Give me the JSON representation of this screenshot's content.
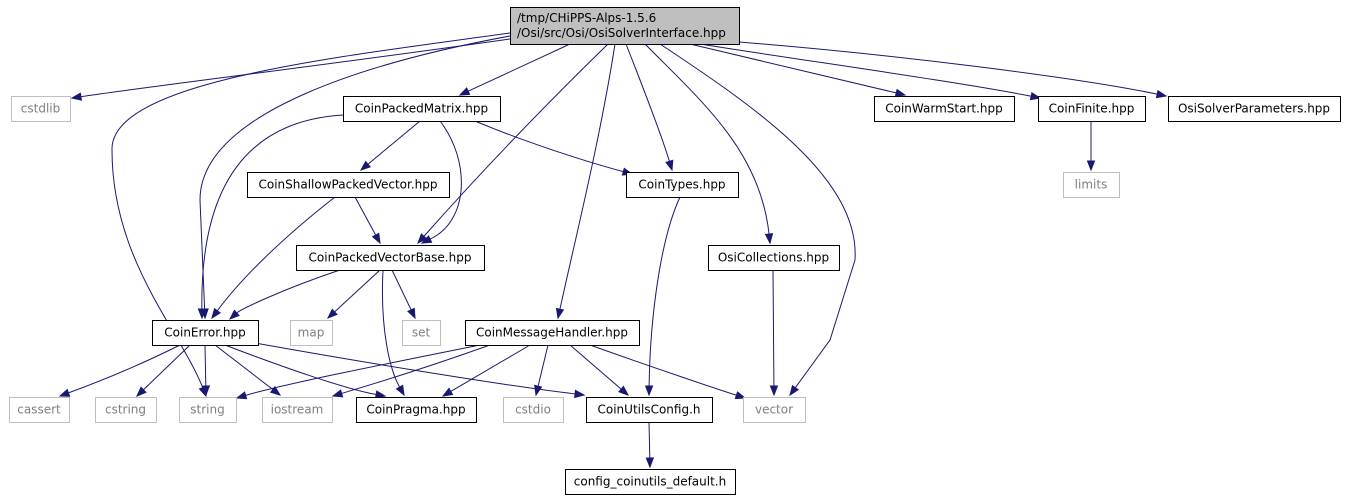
{
  "graph": {
    "nodes": [
      {
        "id": "root",
        "lines": [
          "/tmp/CHiPPS-Alps-1.5.6",
          "/Osi/src/Osi/OsiSolverInterface.hpp"
        ],
        "style": "root"
      },
      {
        "id": "cstdlib",
        "lines": [
          "cstdlib"
        ],
        "style": "external"
      },
      {
        "id": "string",
        "lines": [
          "string"
        ],
        "style": "external"
      },
      {
        "id": "coinerror",
        "lines": [
          "CoinError.hpp"
        ],
        "style": "file"
      },
      {
        "id": "coinpackedmatrix",
        "lines": [
          "CoinPackedMatrix.hpp"
        ],
        "style": "file"
      },
      {
        "id": "coinpackedvectorbase",
        "lines": [
          "CoinPackedVectorBase.hpp"
        ],
        "style": "file"
      },
      {
        "id": "coinmessagehandler",
        "lines": [
          "CoinMessageHandler.hpp"
        ],
        "style": "file"
      },
      {
        "id": "cointypes",
        "lines": [
          "CoinTypes.hpp"
        ],
        "style": "file"
      },
      {
        "id": "osicollections",
        "lines": [
          "OsiCollections.hpp"
        ],
        "style": "file"
      },
      {
        "id": "vector",
        "lines": [
          "vector"
        ],
        "style": "external"
      },
      {
        "id": "coinwarmstart",
        "lines": [
          "CoinWarmStart.hpp"
        ],
        "style": "file"
      },
      {
        "id": "coinfinite",
        "lines": [
          "CoinFinite.hpp"
        ],
        "style": "file"
      },
      {
        "id": "osisolverparameters",
        "lines": [
          "OsiSolverParameters.hpp"
        ],
        "style": "file"
      },
      {
        "id": "coinshallowpackedvector",
        "lines": [
          "CoinShallowPackedVector.hpp"
        ],
        "style": "file"
      },
      {
        "id": "map",
        "lines": [
          "map"
        ],
        "style": "external"
      },
      {
        "id": "set",
        "lines": [
          "set"
        ],
        "style": "external"
      },
      {
        "id": "coinpragma",
        "lines": [
          "CoinPragma.hpp"
        ],
        "style": "file"
      },
      {
        "id": "cassert",
        "lines": [
          "cassert"
        ],
        "style": "external"
      },
      {
        "id": "cstring",
        "lines": [
          "cstring"
        ],
        "style": "external"
      },
      {
        "id": "iostream",
        "lines": [
          "iostream"
        ],
        "style": "external"
      },
      {
        "id": "coinutilsconfig",
        "lines": [
          "CoinUtilsConfig.h"
        ],
        "style": "file"
      },
      {
        "id": "cstdio",
        "lines": [
          "cstdio"
        ],
        "style": "external"
      },
      {
        "id": "limits",
        "lines": [
          "limits"
        ],
        "style": "external"
      },
      {
        "id": "configdefault",
        "lines": [
          "config_coinutils_default.h"
        ],
        "style": "file"
      }
    ],
    "edges": [
      {
        "from": "root",
        "to": "cstdlib"
      },
      {
        "from": "root",
        "to": "string"
      },
      {
        "from": "root",
        "to": "coinerror"
      },
      {
        "from": "root",
        "to": "coinpackedmatrix"
      },
      {
        "from": "root",
        "to": "coinpackedvectorbase"
      },
      {
        "from": "root",
        "to": "coinmessagehandler"
      },
      {
        "from": "root",
        "to": "cointypes"
      },
      {
        "from": "root",
        "to": "osicollections"
      },
      {
        "from": "root",
        "to": "vector"
      },
      {
        "from": "root",
        "to": "coinwarmstart"
      },
      {
        "from": "root",
        "to": "coinfinite"
      },
      {
        "from": "root",
        "to": "osisolverparameters"
      },
      {
        "from": "coinpackedmatrix",
        "to": "coinerror"
      },
      {
        "from": "coinpackedmatrix",
        "to": "coinshallowpackedvector"
      },
      {
        "from": "coinpackedmatrix",
        "to": "coinpackedvectorbase"
      },
      {
        "from": "coinpackedmatrix",
        "to": "cointypes"
      },
      {
        "from": "coinshallowpackedvector",
        "to": "coinerror"
      },
      {
        "from": "coinshallowpackedvector",
        "to": "coinpackedvectorbase"
      },
      {
        "from": "coinpackedvectorbase",
        "to": "coinerror"
      },
      {
        "from": "coinpackedvectorbase",
        "to": "map"
      },
      {
        "from": "coinpackedvectorbase",
        "to": "set"
      },
      {
        "from": "coinpackedvectorbase",
        "to": "coinpragma"
      },
      {
        "from": "cointypes",
        "to": "coinutilsconfig"
      },
      {
        "from": "osicollections",
        "to": "vector"
      },
      {
        "from": "coinfinite",
        "to": "limits"
      },
      {
        "from": "coinerror",
        "to": "cassert"
      },
      {
        "from": "coinerror",
        "to": "cstring"
      },
      {
        "from": "coinerror",
        "to": "string"
      },
      {
        "from": "coinerror",
        "to": "iostream"
      },
      {
        "from": "coinerror",
        "to": "coinpragma"
      },
      {
        "from": "coinerror",
        "to": "coinutilsconfig"
      },
      {
        "from": "coinmessagehandler",
        "to": "string"
      },
      {
        "from": "coinmessagehandler",
        "to": "iostream"
      },
      {
        "from": "coinmessagehandler",
        "to": "coinpragma"
      },
      {
        "from": "coinmessagehandler",
        "to": "cstdio"
      },
      {
        "from": "coinmessagehandler",
        "to": "coinutilsconfig"
      },
      {
        "from": "coinmessagehandler",
        "to": "vector"
      },
      {
        "from": "coinutilsconfig",
        "to": "configdefault"
      }
    ],
    "colors": {
      "edge": "#191970",
      "root_fill": "#bfbfbf",
      "file_border": "#000000",
      "external_border": "#bfbfbf",
      "external_text": "#7f7f7f"
    }
  }
}
